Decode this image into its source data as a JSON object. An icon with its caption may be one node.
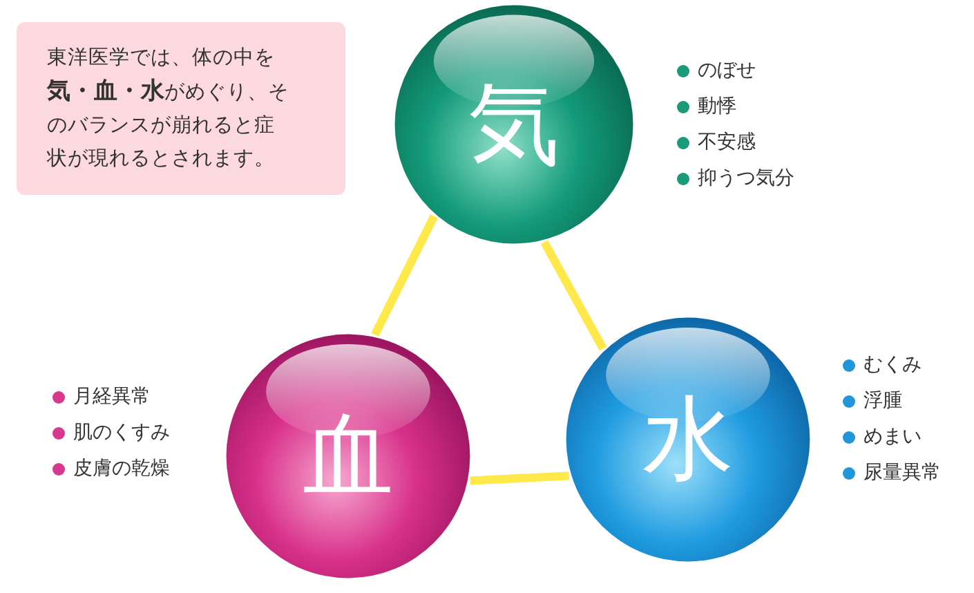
{
  "diagram": {
    "nodes": [
      {
        "text": [
          "気"
        ],
        "beside": [
          "のぼせ",
          "動悸",
          "不安感",
          "抑うつ気分"
        ]
      },
      {
        "text": [
          "血"
        ],
        "beside": [
          "月経異常",
          "肌のくすみ",
          "皮膚の乾燥"
        ]
      },
      {
        "text": [
          "水"
        ],
        "beside": [
          "むくみ",
          "浮腫",
          "めまい",
          "尿量異常"
        ]
      }
    ],
    "edges": [
      {
        "from": 0,
        "to": 1,
        "arrow": "none"
      },
      {
        "from": 0,
        "to": 2,
        "arrow": "none"
      },
      {
        "from": 1,
        "to": 2,
        "arrow": "none"
      }
    ],
    "labels": [
      "東洋医学では、体の中を**気・血・水**がめぐり、そのバランスが崩れると症状が現れるとされます。"
    ]
  }
}
